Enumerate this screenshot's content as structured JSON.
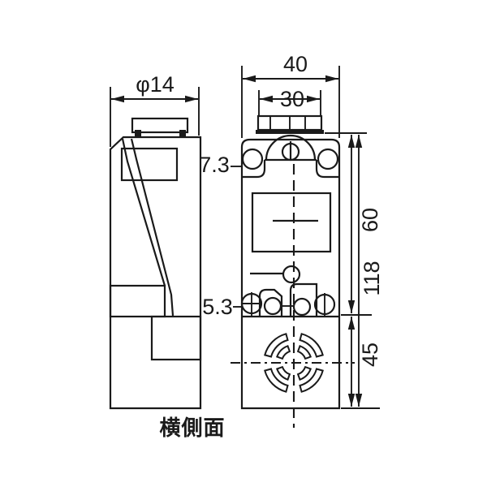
{
  "drawing": {
    "caption": "横側面",
    "dimension_labels": {
      "cap_diameter": "φ14",
      "body_width": "40",
      "head_width": "30",
      "top_slot": "7.3",
      "bottom_slot": "5.3",
      "upper_height": "60",
      "total_height": "118",
      "lower_height": "45"
    }
  },
  "colors": {
    "line": "#1a1a1a",
    "background": "#ffffff"
  }
}
